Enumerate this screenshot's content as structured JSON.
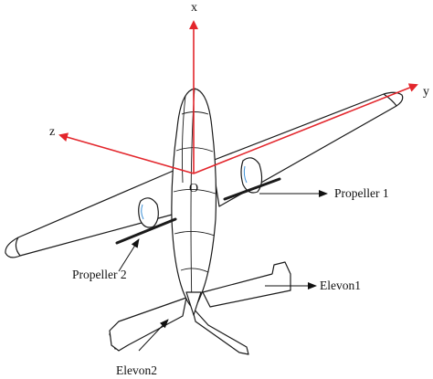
{
  "axes": {
    "x_label": "x",
    "y_label": "y",
    "z_label": "z",
    "origin_label": "O",
    "axis_color": "#e3262c"
  },
  "callouts": {
    "propeller_1": "Propeller 1",
    "propeller_2": "Propeller 2",
    "elevon_1": "Elevon1",
    "elevon_2": "Elevon2"
  },
  "colors": {
    "outline": "#1a1a1a",
    "body_fill": "#ffffff",
    "detail_blue": "#3a8fd6"
  }
}
